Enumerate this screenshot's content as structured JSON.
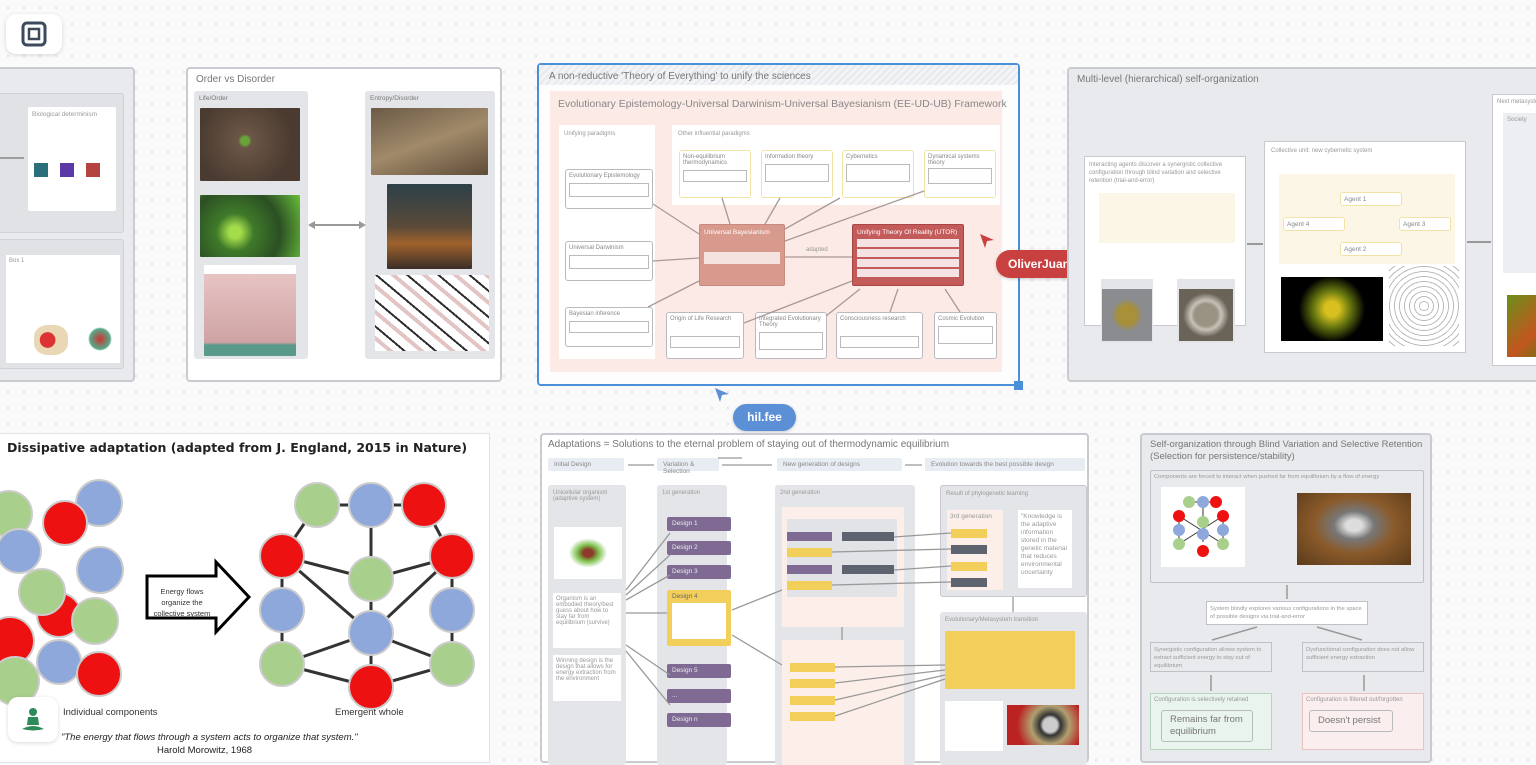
{
  "toolbar": {
    "frames_icon": "nested-squares-icon",
    "meditation_icon": "meditation-figure-icon"
  },
  "left_frame": {
    "card1_title": "Biological determinism",
    "card2_title": "Box 1"
  },
  "order_disorder": {
    "title": "Order vs Disorder",
    "left_label": "Life/Order",
    "right_label": "Entropy/Disorder"
  },
  "toe": {
    "title": "A non-reductive 'Theory of Everything' to unify the sciences",
    "framework": "Evolutionary Epistemology-Universal Darwinism-Universal Bayesianism (EE-UD-UB) Framework",
    "unifying_label": "Unifying paradigms",
    "unifying": [
      "Evolutionary Epistemology",
      "Universal Darwinism",
      "Bayesian inference"
    ],
    "other_label": "Other influential paradigms",
    "other": [
      "Non-equilibrium thermodynamics",
      "Information theory",
      "Cybernetics",
      "Dynamical systems theory"
    ],
    "bottom": [
      "Origin of Life Research",
      "Integrated Evolutionary Theory",
      "Consciousness research",
      "Cosmic Evolution"
    ],
    "ub": "Universal Bayesianism",
    "utor": "Unifying Theory Of Reality (UTOR)",
    "edge_label": "adapted",
    "colors": {
      "ub": "#d99a8e",
      "utor": "#c45b5b",
      "panel": "#fbeae5"
    }
  },
  "multilevel": {
    "title": "Multi-level (hierarchical) self-organization",
    "card1": "Interacting agents discover a synergistic collective configuration through blind variation and selective retention (trial-and-error)",
    "card2": "Collective unit: new cybernetic system",
    "agents": [
      "Agent 1",
      "Agent 4",
      "Agent 2",
      "Agent 3"
    ],
    "next": "Next metasystem",
    "next_sub": "Society"
  },
  "cursors": {
    "oliver": {
      "name": "OliverJuan",
      "color": "#c8403f"
    },
    "hil": {
      "name": "hil.fee",
      "color": "#5b8fd6"
    },
    "selection_color": "#4a90d9"
  },
  "dissipative": {
    "title": "Dissipative adaptation (adapted from J. England, 2015 in Nature)",
    "arrow_text": "Energy flows organize the collective system",
    "left_label": "Individual components",
    "right_label": "Emergent whole",
    "quote": "\"The energy that flows through a system acts to organize that system.\"",
    "attribution": "Harold Morowitz, 1968"
  },
  "adaptations": {
    "title": "Adaptations = Solutions to the eternal problem of staying out of thermodynamic equilibrium",
    "steps": [
      "Initial Design",
      "Variation & Selection",
      "New generation of designs",
      "Evolution towards the best possible design"
    ],
    "col1_title": "Unicellular organism (adaptive system)",
    "col1_notes": [
      "Organism is an embodied theory/best guess about how to stay far from equilibrium (survive)",
      "Winning design is the design that allows for energy extraction from the environment"
    ],
    "gen1": "1st generation",
    "designs": [
      "Design 1",
      "Design 2",
      "Design 3",
      "Design 4",
      "Design 5",
      "...",
      "Design n"
    ],
    "gen2": "2nd generation",
    "result_title": "Result of phylogenetic learning",
    "gen3": "3rd generation",
    "knowledge": "\"Knowledge is the adaptive information stored in the genetic material that reduces environmental uncertainty",
    "transition": "Evolutionary/Metasystem transition"
  },
  "self_org": {
    "title": "Self-organization through Blind Variation and Selective Retention (Selection for persistence/stability)",
    "components": "Components are forced to interact when pushed far from equilibrium by a flow of energy",
    "explore": "System blindly explores various configurations in the space of possible designs via trial-and-error",
    "synergy": "Synergistic configuration allows system to extract sufficient energy to stay out of equilibrium",
    "dysfunction": "Dysfunctional configuration does not allow sufficient energy extraction",
    "retained": "Configuration is selectively retained",
    "retained_result": "Remains far from equilibrium",
    "filtered": "Configuration is filtered out/forgotten",
    "filtered_result": "Doesn't persist"
  }
}
